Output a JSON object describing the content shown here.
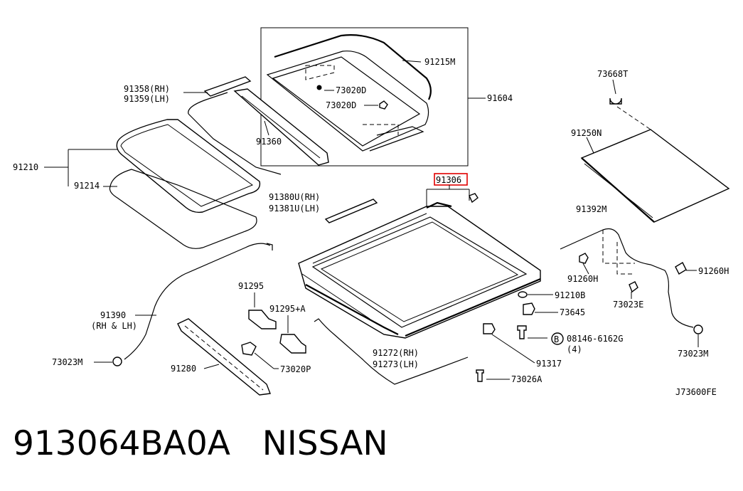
{
  "diagram": {
    "drawing_code": "J73600FE",
    "footer": {
      "part_number": "913064BA0A",
      "brand": "NISSAN"
    },
    "labels": {
      "p91215M": "91215M",
      "p73020D_a": "73020D",
      "p73020D_b": "73020D",
      "p91604": "91604",
      "p91358": "91358(RH)",
      "p91359": "91359(LH)",
      "p91360": "91360",
      "p91210": "91210",
      "p91214": "91214",
      "p91306": "91306",
      "p91380U": "91380U(RH)",
      "p91381U": "91381U(LH)",
      "p73668T": "73668T",
      "p91250N": "91250N",
      "p91392M": "91392M",
      "p91260H_a": "91260H",
      "p91260H_b": "91260H",
      "p73023E": "73023E",
      "p73023M_right": "73023M",
      "p91295": "91295",
      "p91295A": "91295+A",
      "p91390": "91390",
      "p91390note": "(RH & LH)",
      "p73023M_left": "73023M",
      "p91280": "91280",
      "p73020P": "73020P",
      "p91272": "91272(RH)",
      "p91273": "91273(LH)",
      "p91210B": "91210B",
      "p73645": "73645",
      "p08146": "08146-6162G",
      "p08146qty": "(4)",
      "bolt_marker": "B",
      "p91317": "91317",
      "p73026A": "73026A"
    },
    "highlight_color": "#e00000"
  }
}
